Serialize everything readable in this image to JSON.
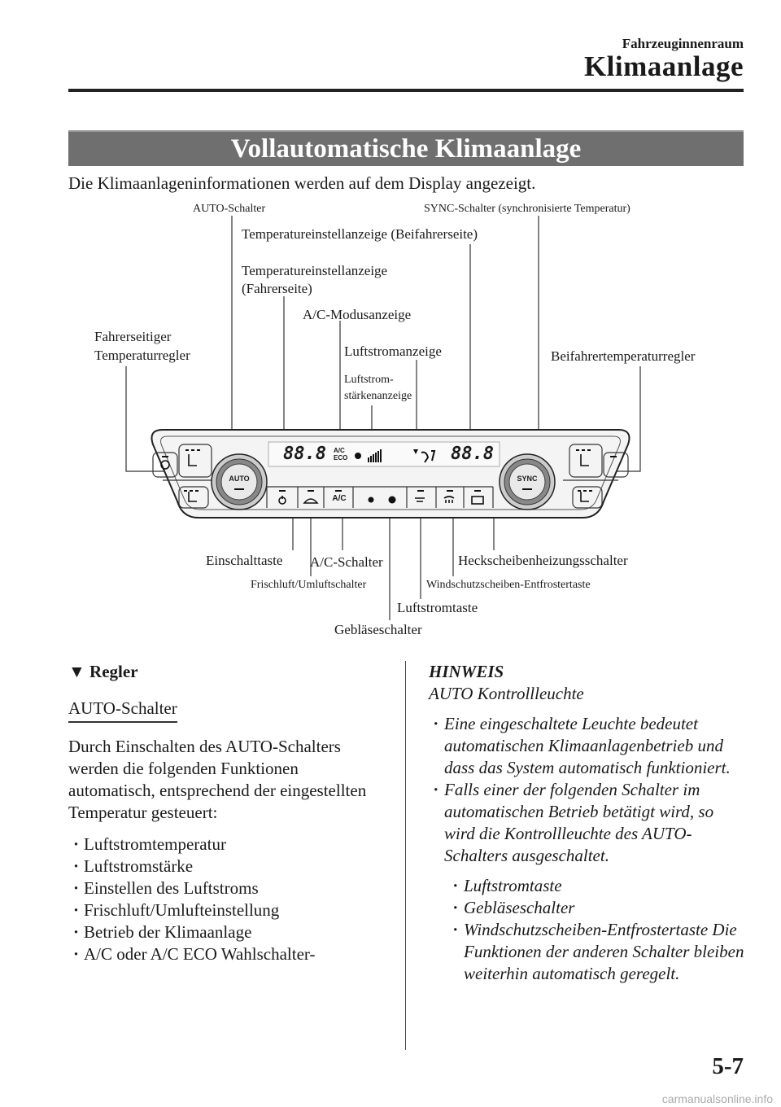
{
  "header": {
    "chapter": "Fahrzeuginnenraum",
    "section": "Klimaanlage"
  },
  "banner": "Vollautomatische Klimaanlage",
  "intro": "Die Klimaanlageninformationen werden auf dem Display angezeigt.",
  "diagram": {
    "labels": {
      "auto_switch": "AUTO-Schalter",
      "sync_switch": "SYNC-Schalter (synchronisierte Temperatur)",
      "temp_passenger": "Temperatureinstellanzeige (Beifahrerseite)",
      "temp_driver_1": "Temperatureinstellanzeige",
      "temp_driver_2": "(Fahrerseite)",
      "ac_mode": "A/C-Modusanzeige",
      "driver_dial_1": "Fahrerseitiger",
      "driver_dial_2": "Temperaturregler",
      "airflow_ind": "Luftstromanzeige",
      "passenger_dial": "Beifahrertemperaturregler",
      "fan_ind_1": "Luftstrom-",
      "fan_ind_2": "stärkenanzeige",
      "power": "Einschalttaste",
      "ac_switch": "A/C-Schalter",
      "rear_defrost": "Heckscheibenheizungsschalter",
      "recirc": "Frischluft/Umluftschalter",
      "windshield": "Windschutzscheiben-Entfrostertaste",
      "airflow_btn": "Luftstromtaste",
      "blower": "Gebläseschalter"
    },
    "panel": {
      "display_left": "88.8",
      "display_right": "88.8",
      "ac_top": "A/C",
      "ac_bottom": "ECO",
      "knob_left": "AUTO",
      "knob_right": "SYNC",
      "btn_ac": "A/C"
    }
  },
  "left_column": {
    "heading": "Regler",
    "subheading": "AUTO-Schalter",
    "paragraph": "Durch Einschalten des AUTO-Schalters werden die folgenden Funktionen automatisch, entsprechend der eingestellten Temperatur gesteuert:",
    "items": [
      "Luftstromtemperatur",
      "Luftstromstärke",
      "Einstellen des Luftstroms",
      "Frischluft/Umlufteinstellung",
      "Betrieb der Klimaanlage",
      "A/C oder A/C ECO Wahlschalter-"
    ]
  },
  "right_column": {
    "hinweis": "HINWEIS",
    "subtitle": "AUTO Kontrollleuchte",
    "items": [
      "Eine eingeschaltete Leuchte bedeutet automatischen Klimaanlagenbetrieb und dass das System automatisch funktioniert.",
      "Falls einer der folgenden Schalter im automatischen Betrieb betätigt wird, so wird die Kontrollleuchte des AUTO-Schalters ausgeschaltet."
    ],
    "subitems": [
      "Luftstromtaste",
      "Gebläseschalter",
      "Windschutzscheiben-Entfrostertaste Die Funktionen der anderen Schalter bleiben weiterhin automatisch geregelt."
    ]
  },
  "footer": {
    "page": "5-7",
    "watermark": "carmanualsonline.info"
  }
}
